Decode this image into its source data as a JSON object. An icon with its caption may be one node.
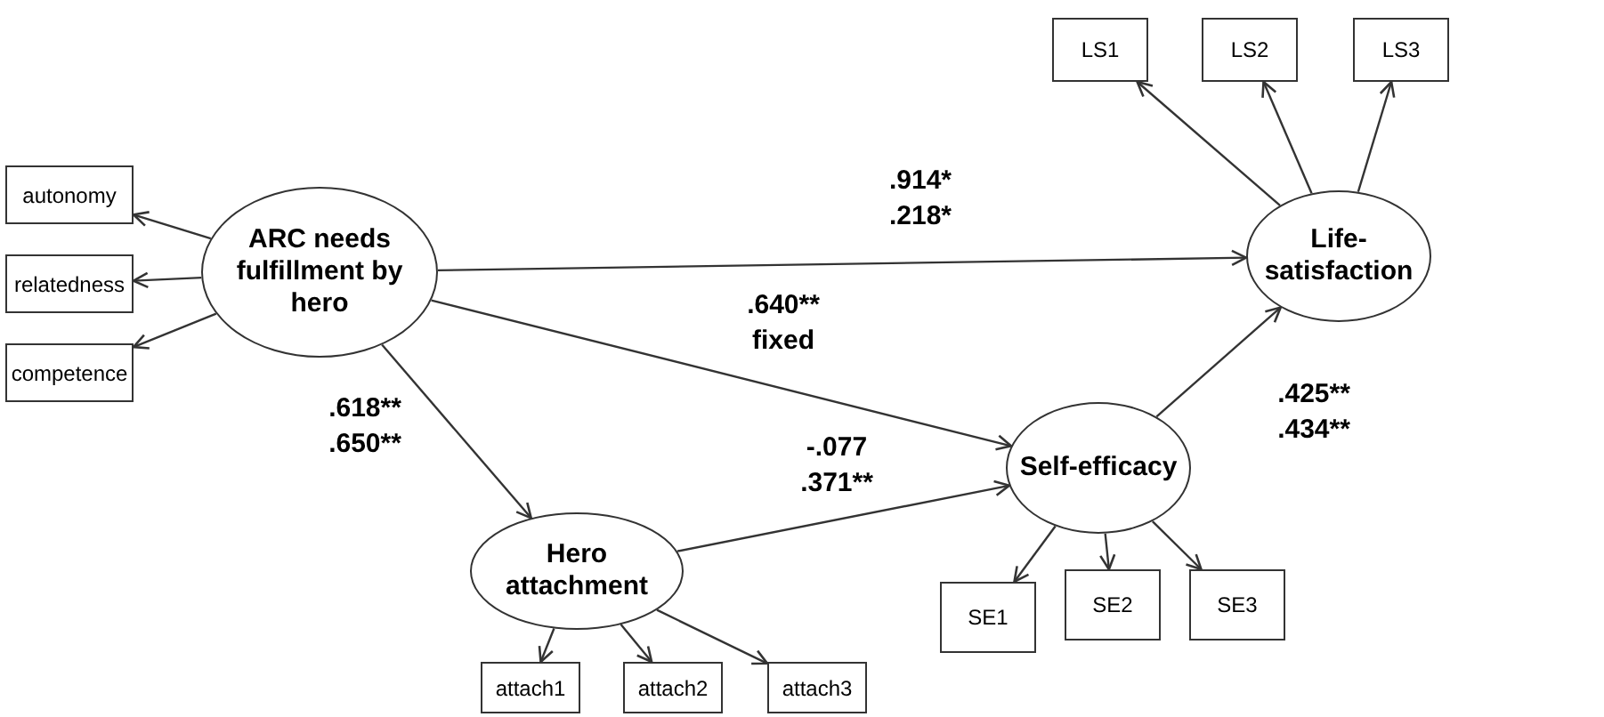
{
  "diagram": {
    "nodes": [
      {
        "text": [
          "LS1"
        ]
      },
      {
        "text": [
          "LS2"
        ]
      },
      {
        "text": [
          "LS3"
        ]
      },
      {
        "text": [
          "autonomy"
        ]
      },
      {
        "text": [
          "ARC needs fulfillment by hero"
        ]
      },
      {
        "text": [
          "relatedness"
        ]
      },
      {
        "text": [
          "Life-satisfaction"
        ]
      },
      {
        "text": [
          "competence"
        ]
      },
      {
        "text": [
          "Self-efficacy"
        ]
      },
      {
        "text": [
          "Hero attachment"
        ]
      },
      {
        "text": [
          "SE1"
        ]
      },
      {
        "text": [
          "SE2"
        ]
      },
      {
        "text": [
          "SE3"
        ]
      },
      {
        "text": [
          "attach1"
        ]
      },
      {
        "text": [
          "attach2"
        ]
      },
      {
        "text": [
          "attach3"
        ]
      }
    ],
    "edges": [
      {
        "from": 4,
        "to": 3,
        "arrow": "to"
      },
      {
        "from": 4,
        "to": 5,
        "arrow": "to"
      },
      {
        "from": 4,
        "to": 7,
        "arrow": "to"
      },
      {
        "from": 4,
        "to": 6,
        "arrow": "to",
        "label": ".914* .218*"
      },
      {
        "from": 4,
        "to": 8,
        "arrow": "to",
        "label": ".640** fixed"
      },
      {
        "from": 4,
        "to": 9,
        "arrow": "to",
        "label": ".618** .650**"
      },
      {
        "from": 9,
        "to": 8,
        "arrow": "to",
        "label": "-.077 .371**"
      },
      {
        "from": 8,
        "to": 6,
        "arrow": "to",
        "label": ".425** .434**"
      },
      {
        "from": 6,
        "to": 0,
        "arrow": "to"
      },
      {
        "from": 6,
        "to": 1,
        "arrow": "to"
      },
      {
        "from": 6,
        "to": 2,
        "arrow": "to"
      },
      {
        "from": 8,
        "to": 10,
        "arrow": "to"
      },
      {
        "from": 8,
        "to": 11,
        "arrow": "to"
      },
      {
        "from": 8,
        "to": 12,
        "arrow": "to"
      },
      {
        "from": 9,
        "to": 13,
        "arrow": "to"
      },
      {
        "from": 9,
        "to": 14,
        "arrow": "to"
      },
      {
        "from": 9,
        "to": 15,
        "arrow": "to"
      }
    ]
  }
}
